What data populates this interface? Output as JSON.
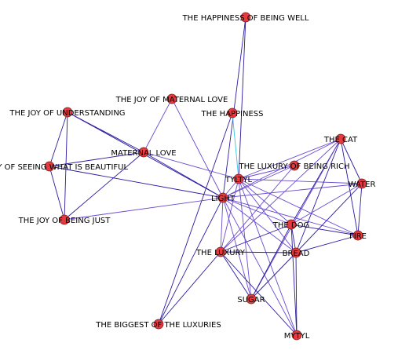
{
  "colors": {
    "node_fill": "#e8393f",
    "edge_primary": "#2a1aa0",
    "edge_secondary": "#6a4ad0",
    "edge_highlight": "#36c3e6"
  },
  "nodes": [
    {
      "id": "happiness_being_well",
      "label": "THE HAPPINESS OF BEING WELL"
    },
    {
      "id": "joy_maternal_love",
      "label": "THE JOY OF MATERNAL LOVE"
    },
    {
      "id": "happiness",
      "label": "THE HAPPINESS"
    },
    {
      "id": "joy_understanding",
      "label": "THE JOY OF UNDERSTANDING"
    },
    {
      "id": "cat",
      "label": "THE CAT"
    },
    {
      "id": "maternal_love",
      "label": "MATERNAL LOVE"
    },
    {
      "id": "seeing_beautiful",
      "label": "THE JOY OF SEEING WHAT IS BEAUTIFUL"
    },
    {
      "id": "luxury_rich",
      "label": "THE LUXURY OF BEING RICH"
    },
    {
      "id": "tylyl",
      "label": "TYLTYL"
    },
    {
      "id": "water",
      "label": "WATER"
    },
    {
      "id": "light",
      "label": "LIGHT"
    },
    {
      "id": "joy_just",
      "label": "THE JOY OF BEING JUST"
    },
    {
      "id": "dog",
      "label": "THE DOG"
    },
    {
      "id": "fire",
      "label": "FIRE"
    },
    {
      "id": "luxury",
      "label": "THE LUXURY"
    },
    {
      "id": "bread",
      "label": "BREAD"
    },
    {
      "id": "sugar",
      "label": "SUGAR"
    },
    {
      "id": "biggest_luxuries",
      "label": "THE BIGGEST OF THE LUXURIES"
    },
    {
      "id": "mytyl",
      "label": "MYTYL"
    }
  ],
  "edges": [
    {
      "source": "happiness_being_well",
      "target": "light",
      "kind": "primary"
    },
    {
      "source": "happiness_being_well",
      "target": "tylyl",
      "kind": "primary"
    },
    {
      "source": "happiness",
      "target": "tylyl",
      "kind": "highlight"
    },
    {
      "source": "happiness",
      "target": "biggest_luxuries",
      "kind": "primary"
    },
    {
      "source": "joy_maternal_love",
      "target": "maternal_love",
      "kind": "secondary"
    },
    {
      "source": "joy_maternal_love",
      "target": "light",
      "kind": "secondary"
    },
    {
      "source": "joy_understanding",
      "target": "seeing_beautiful",
      "kind": "primary"
    },
    {
      "source": "joy_understanding",
      "target": "joy_just",
      "kind": "primary"
    },
    {
      "source": "joy_understanding",
      "target": "maternal_love",
      "kind": "primary"
    },
    {
      "source": "joy_understanding",
      "target": "light",
      "kind": "primary"
    },
    {
      "source": "seeing_beautiful",
      "target": "joy_just",
      "kind": "primary"
    },
    {
      "source": "seeing_beautiful",
      "target": "maternal_love",
      "kind": "primary"
    },
    {
      "source": "seeing_beautiful",
      "target": "light",
      "kind": "primary"
    },
    {
      "source": "maternal_love",
      "target": "joy_just",
      "kind": "primary"
    },
    {
      "source": "maternal_love",
      "target": "light",
      "kind": "primary"
    },
    {
      "source": "maternal_love",
      "target": "tylyl",
      "kind": "secondary"
    },
    {
      "source": "joy_just",
      "target": "light",
      "kind": "secondary"
    },
    {
      "source": "light",
      "target": "tylyl",
      "kind": "secondary"
    },
    {
      "source": "light",
      "target": "cat",
      "kind": "secondary"
    },
    {
      "source": "light",
      "target": "luxury_rich",
      "kind": "secondary"
    },
    {
      "source": "light",
      "target": "water",
      "kind": "secondary"
    },
    {
      "source": "light",
      "target": "dog",
      "kind": "secondary"
    },
    {
      "source": "light",
      "target": "fire",
      "kind": "secondary"
    },
    {
      "source": "light",
      "target": "luxury",
      "kind": "secondary"
    },
    {
      "source": "light",
      "target": "bread",
      "kind": "secondary"
    },
    {
      "source": "light",
      "target": "sugar",
      "kind": "secondary"
    },
    {
      "source": "light",
      "target": "mytyl",
      "kind": "secondary"
    },
    {
      "source": "light",
      "target": "biggest_luxuries",
      "kind": "primary"
    },
    {
      "source": "tylyl",
      "target": "cat",
      "kind": "secondary"
    },
    {
      "source": "tylyl",
      "target": "luxury_rich",
      "kind": "secondary"
    },
    {
      "source": "tylyl",
      "target": "water",
      "kind": "secondary"
    },
    {
      "source": "tylyl",
      "target": "dog",
      "kind": "secondary"
    },
    {
      "source": "tylyl",
      "target": "fire",
      "kind": "secondary"
    },
    {
      "source": "tylyl",
      "target": "luxury",
      "kind": "secondary"
    },
    {
      "source": "tylyl",
      "target": "bread",
      "kind": "secondary"
    },
    {
      "source": "tylyl",
      "target": "sugar",
      "kind": "secondary"
    },
    {
      "source": "tylyl",
      "target": "mytyl",
      "kind": "secondary"
    },
    {
      "source": "cat",
      "target": "water",
      "kind": "primary"
    },
    {
      "source": "cat",
      "target": "fire",
      "kind": "primary"
    },
    {
      "source": "cat",
      "target": "dog",
      "kind": "primary"
    },
    {
      "source": "cat",
      "target": "bread",
      "kind": "primary"
    },
    {
      "source": "cat",
      "target": "luxury",
      "kind": "secondary"
    },
    {
      "source": "cat",
      "target": "sugar",
      "kind": "secondary"
    },
    {
      "source": "water",
      "target": "fire",
      "kind": "primary"
    },
    {
      "source": "water",
      "target": "bread",
      "kind": "primary"
    },
    {
      "source": "water",
      "target": "dog",
      "kind": "secondary"
    },
    {
      "source": "luxury_rich",
      "target": "luxury",
      "kind": "secondary"
    },
    {
      "source": "dog",
      "target": "fire",
      "kind": "primary"
    },
    {
      "source": "dog",
      "target": "bread",
      "kind": "primary"
    },
    {
      "source": "dog",
      "target": "luxury",
      "kind": "primary"
    },
    {
      "source": "dog",
      "target": "sugar",
      "kind": "primary"
    },
    {
      "source": "dog",
      "target": "mytyl",
      "kind": "primary"
    },
    {
      "source": "fire",
      "target": "bread",
      "kind": "primary"
    },
    {
      "source": "luxury",
      "target": "bread",
      "kind": "primary"
    },
    {
      "source": "luxury",
      "target": "sugar",
      "kind": "primary"
    },
    {
      "source": "luxury",
      "target": "mytyl",
      "kind": "primary"
    },
    {
      "source": "luxury",
      "target": "biggest_luxuries",
      "kind": "primary"
    },
    {
      "source": "bread",
      "target": "sugar",
      "kind": "primary"
    },
    {
      "source": "bread",
      "target": "mytyl",
      "kind": "primary"
    }
  ]
}
